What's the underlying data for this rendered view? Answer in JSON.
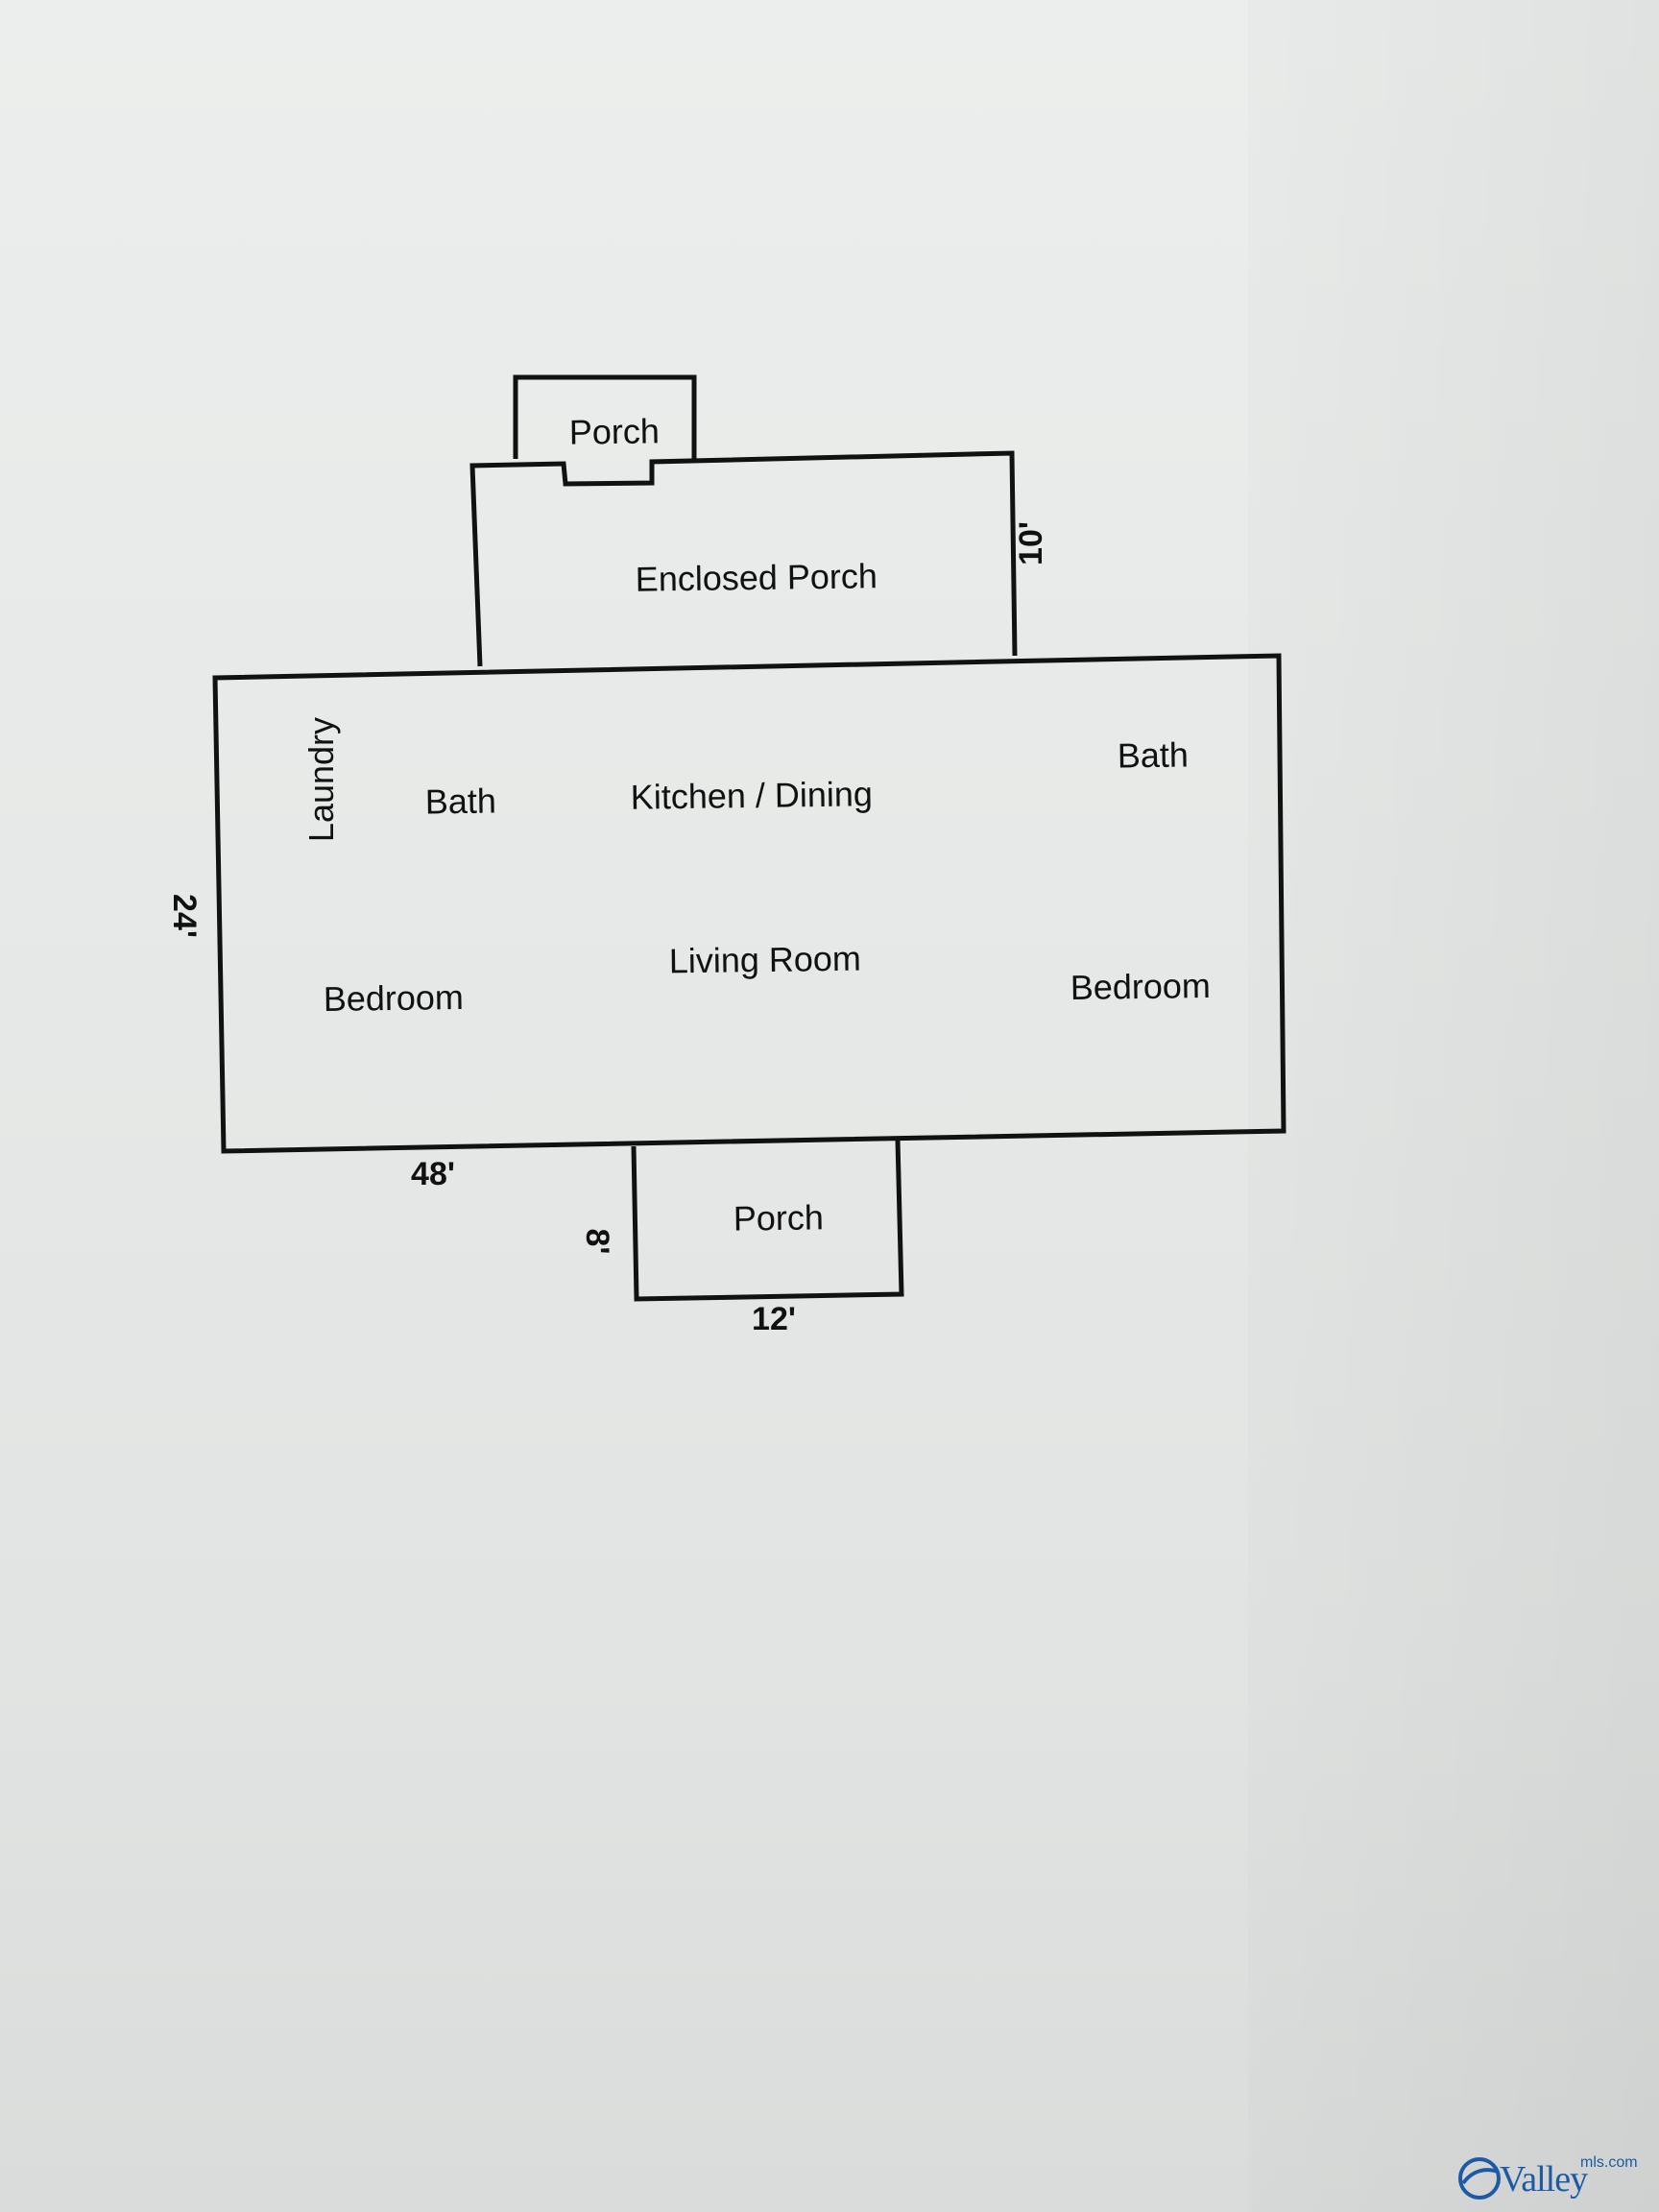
{
  "rooms": {
    "porch_top": "Porch",
    "enclosed_porch": "Enclosed Porch",
    "laundry": "Laundry",
    "bath_left": "Bath",
    "kitchen_dining": "Kitchen / Dining",
    "bath_right": "Bath",
    "living_room": "Living Room",
    "bedroom_left": "Bedroom",
    "bedroom_right": "Bedroom",
    "porch_bottom": "Porch"
  },
  "dimensions": {
    "enclosed_porch_depth": "10'",
    "house_depth": "24'",
    "house_width": "48'",
    "porch_depth": "8'",
    "porch_width": "12'"
  },
  "watermark": {
    "name": "Valley",
    "suffix": "mls.com",
    "icon": "valley-swoosh-icon",
    "color": "#1c5aa6"
  }
}
